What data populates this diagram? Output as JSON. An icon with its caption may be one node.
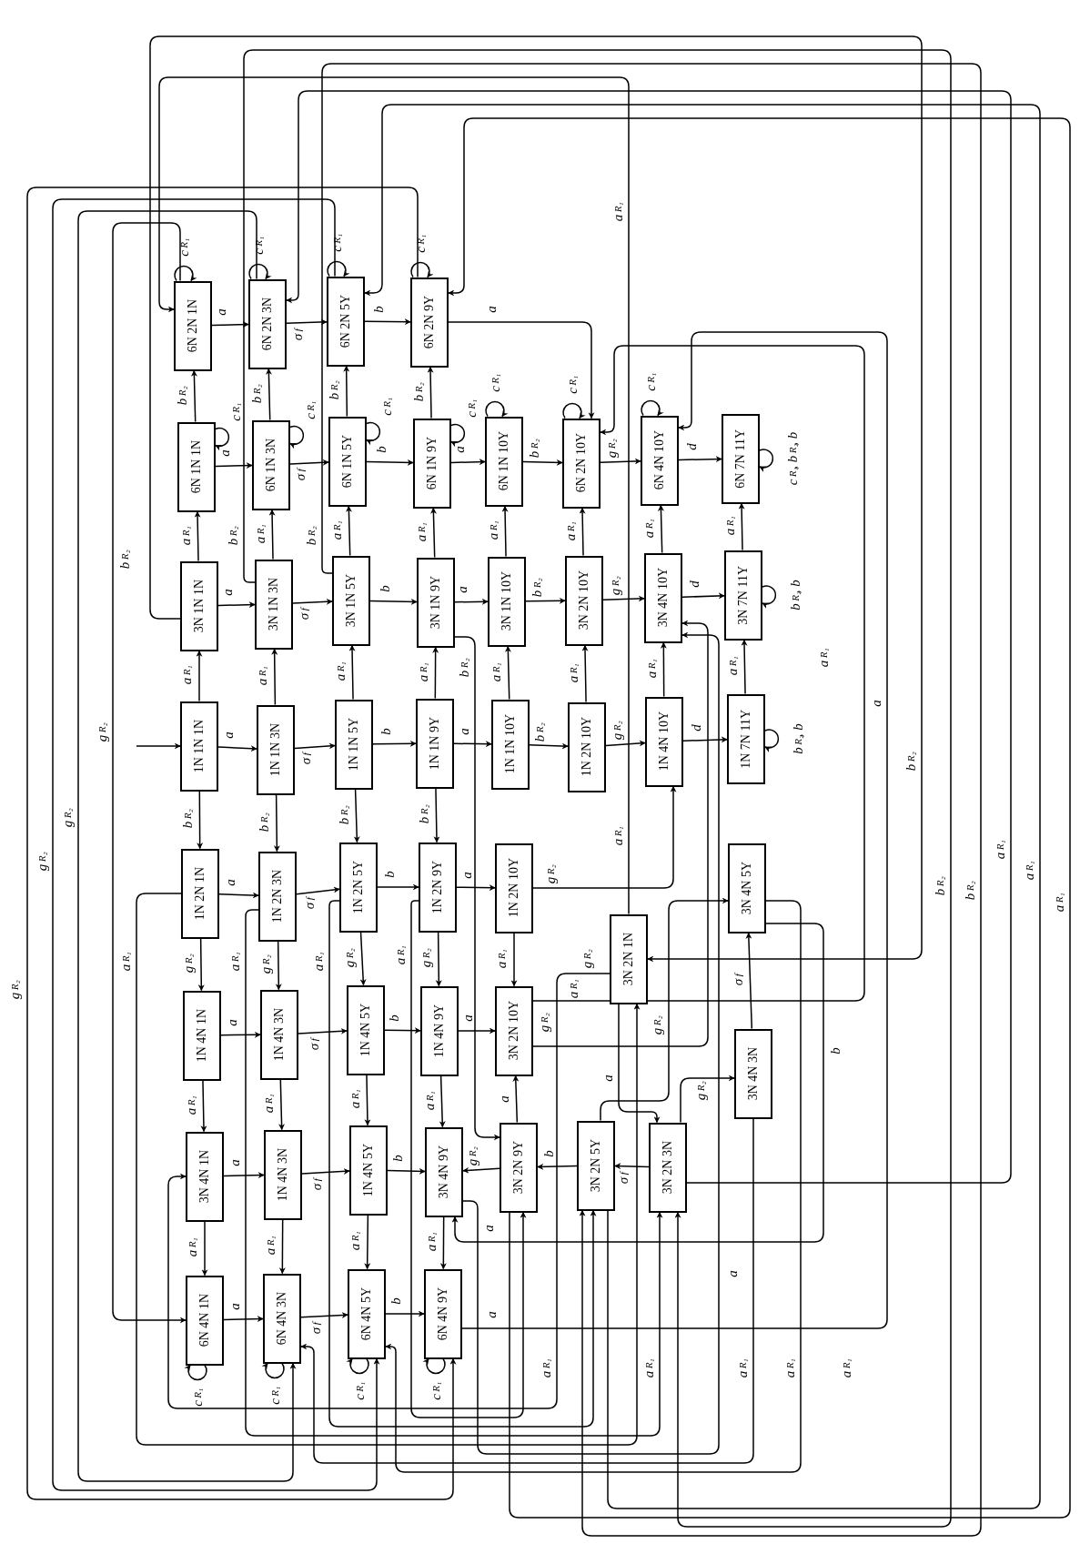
{
  "diagram": {
    "nodes": [
      {
        "text": [
          "6N 2N 1N"
        ]
      },
      {
        "text": [
          "6N 2N 3N"
        ]
      },
      {
        "text": [
          "6N 2N 5Y"
        ]
      },
      {
        "text": [
          "6N 2N 9Y"
        ]
      },
      {
        "text": [
          "6N 1N 1N"
        ]
      },
      {
        "text": [
          "6N 1N 3N"
        ]
      },
      {
        "text": [
          "6N 1N 5Y"
        ]
      },
      {
        "text": [
          "6N 1N 9Y"
        ]
      },
      {
        "text": [
          "6N 1N 10Y"
        ]
      },
      {
        "text": [
          "6N 2N 10Y"
        ]
      },
      {
        "text": [
          "6N 4N 10Y"
        ]
      },
      {
        "text": [
          "6N 7N 11Y"
        ]
      },
      {
        "text": [
          "3N 1N 1N"
        ]
      },
      {
        "text": [
          "3N 1N 3N"
        ]
      },
      {
        "text": [
          "3N 1N 5Y"
        ]
      },
      {
        "text": [
          "3N 1N 9Y"
        ]
      },
      {
        "text": [
          "3N 1N 10Y"
        ]
      },
      {
        "text": [
          "3N 2N 10Y"
        ]
      },
      {
        "text": [
          "3N 4N 10Y"
        ]
      },
      {
        "text": [
          "3N 7N 11Y"
        ]
      },
      {
        "text": [
          "1N 1N 1N"
        ]
      },
      {
        "text": [
          "1N 1N 3N"
        ]
      },
      {
        "text": [
          "1N 1N 5Y"
        ]
      },
      {
        "text": [
          "1N 1N 9Y"
        ]
      },
      {
        "text": [
          "1N 1N 10Y"
        ]
      },
      {
        "text": [
          "1N 2N 10Y"
        ]
      },
      {
        "text": [
          "1N 4N 10Y"
        ]
      },
      {
        "text": [
          "1N 7N 11Y"
        ]
      },
      {
        "text": [
          "1N 2N 1N"
        ]
      },
      {
        "text": [
          "1N 2N 3N"
        ]
      },
      {
        "text": [
          "1N 2N 5Y"
        ]
      },
      {
        "text": [
          "1N 2N 9Y"
        ]
      },
      {
        "text": [
          "1N 2N 10Y"
        ]
      },
      {
        "text": [
          "3N 4N 5Y"
        ]
      },
      {
        "text": [
          "3N 2N 1N"
        ]
      },
      {
        "text": [
          "1N 4N 1N"
        ]
      },
      {
        "text": [
          "1N 4N 3N"
        ]
      },
      {
        "text": [
          "1N 4N 5Y"
        ]
      },
      {
        "text": [
          "1N 4N 9Y"
        ]
      },
      {
        "text": [
          "3N 2N 10Y"
        ]
      },
      {
        "text": [
          "3N 4N 3N"
        ]
      },
      {
        "text": [
          "3N 4N 1N"
        ]
      },
      {
        "text": [
          "1N 4N 3N"
        ]
      },
      {
        "text": [
          "1N 4N 5Y"
        ]
      },
      {
        "text": [
          "3N 4N 9Y"
        ]
      },
      {
        "text": [
          "3N 2N 9Y"
        ]
      },
      {
        "text": [
          "3N 2N 5Y"
        ]
      },
      {
        "text": [
          "3N 2N 3N"
        ]
      },
      {
        "text": [
          "6N 4N 1N"
        ]
      },
      {
        "text": [
          "6N 4N 3N"
        ]
      },
      {
        "text": [
          "6N 4N 5Y"
        ]
      },
      {
        "text": [
          "6N 4N 9Y"
        ]
      }
    ],
    "edges": [
      {
        "from": null,
        "to": 20,
        "arrow": "to"
      },
      {
        "from": 0,
        "to": 1,
        "arrow": "to",
        "label": "a"
      },
      {
        "from": 1,
        "to": 2,
        "arrow": "to",
        "label": "σ$_{f}$"
      },
      {
        "from": 2,
        "to": 3,
        "arrow": "to",
        "label": "b"
      },
      {
        "from": 3,
        "to": 9,
        "arrow": "to",
        "label": "a"
      },
      {
        "from": 4,
        "to": 5,
        "arrow": "to",
        "label": "a"
      },
      {
        "from": 5,
        "to": 6,
        "arrow": "to",
        "label": "σ$_{f}$"
      },
      {
        "from": 6,
        "to": 7,
        "arrow": "to",
        "label": "b"
      },
      {
        "from": 7,
        "to": 8,
        "arrow": "to",
        "label": "a"
      },
      {
        "from": 8,
        "to": 9,
        "arrow": "to",
        "label": "b$_{R₂}$"
      },
      {
        "from": 9,
        "to": 10,
        "arrow": "to",
        "label": "g$_{R₂}$"
      },
      {
        "from": 10,
        "to": 11,
        "arrow": "to",
        "label": "d"
      },
      {
        "from": 12,
        "to": 13,
        "arrow": "to",
        "label": "a"
      },
      {
        "from": 13,
        "to": 14,
        "arrow": "to",
        "label": "σ$_{f}$"
      },
      {
        "from": 14,
        "to": 15,
        "arrow": "to",
        "label": "b"
      },
      {
        "from": 15,
        "to": 16,
        "arrow": "to",
        "label": "a"
      },
      {
        "from": 16,
        "to": 17,
        "arrow": "to",
        "label": "b$_{R₂}$"
      },
      {
        "from": 17,
        "to": 18,
        "arrow": "to",
        "label": "g$_{R₂}$"
      },
      {
        "from": 18,
        "to": 19,
        "arrow": "to",
        "label": "d"
      },
      {
        "from": 20,
        "to": 21,
        "arrow": "to",
        "label": "a"
      },
      {
        "from": 21,
        "to": 22,
        "arrow": "to",
        "label": "σ$_{f}$"
      },
      {
        "from": 22,
        "to": 23,
        "arrow": "to",
        "label": "b"
      },
      {
        "from": 23,
        "to": 24,
        "arrow": "to",
        "label": "a"
      },
      {
        "from": 24,
        "to": 25,
        "arrow": "to",
        "label": "b$_{R₂}$"
      },
      {
        "from": 25,
        "to": 26,
        "arrow": "to",
        "label": "g$_{R₂}$"
      },
      {
        "from": 26,
        "to": 27,
        "arrow": "to",
        "label": "d"
      },
      {
        "from": 20,
        "to": 12,
        "arrow": "to",
        "label": "a$_{R₁}$"
      },
      {
        "from": 21,
        "to": 13,
        "arrow": "to",
        "label": "a$_{R₁}$"
      },
      {
        "from": 22,
        "to": 14,
        "arrow": "to",
        "label": "a$_{R₁}$"
      },
      {
        "from": 23,
        "to": 15,
        "arrow": "to",
        "label": "a$_{R₁}$"
      },
      {
        "from": 24,
        "to": 16,
        "arrow": "to",
        "label": "a$_{R₁}$"
      },
      {
        "from": 25,
        "to": 17,
        "arrow": "to",
        "label": "a$_{R₁}$"
      },
      {
        "from": 26,
        "to": 18,
        "arrow": "to",
        "label": "a$_{R₁}$"
      },
      {
        "from": 27,
        "to": 19,
        "arrow": "to",
        "label": "a$_{R₁}$"
      },
      {
        "from": 12,
        "to": 4,
        "arrow": "to",
        "label": "a$_{R₁}$"
      },
      {
        "from": 13,
        "to": 5,
        "arrow": "to",
        "label": "a$_{R₁}$"
      },
      {
        "from": 14,
        "to": 6,
        "arrow": "to",
        "label": "a$_{R₁}$"
      },
      {
        "from": 15,
        "to": 7,
        "arrow": "to",
        "label": "a$_{R₁}$"
      },
      {
        "from": 16,
        "to": 8,
        "arrow": "to",
        "label": "a$_{R₁}$"
      },
      {
        "from": 17,
        "to": 9,
        "arrow": "to",
        "label": "a$_{R₁}$"
      },
      {
        "from": 18,
        "to": 10,
        "arrow": "to",
        "label": "a$_{R₁}$"
      },
      {
        "from": 19,
        "to": 11,
        "arrow": "to",
        "label": "a$_{R₁}$"
      },
      {
        "from": 4,
        "to": 0,
        "arrow": "to",
        "label": "b$_{R₂}$"
      },
      {
        "from": 5,
        "to": 1,
        "arrow": "to",
        "label": "b$_{R₂}$"
      },
      {
        "from": 6,
        "to": 2,
        "arrow": "to",
        "label": "b$_{R₂}$"
      },
      {
        "from": 7,
        "to": 3,
        "arrow": "to",
        "label": "b$_{R₂}$"
      },
      {
        "from": 20,
        "to": 28,
        "arrow": "to",
        "label": "b$_{R₂}$"
      },
      {
        "from": 21,
        "to": 29,
        "arrow": "to",
        "label": "b$_{R₂}$"
      },
      {
        "from": 22,
        "to": 30,
        "arrow": "to",
        "label": "b$_{R₂}$"
      },
      {
        "from": 23,
        "to": 31,
        "arrow": "to",
        "label": "b$_{R₂}$"
      },
      {
        "from": 28,
        "to": 29,
        "arrow": "to",
        "label": "a"
      },
      {
        "from": 29,
        "to": 30,
        "arrow": "to",
        "label": "σ$_{f}$"
      },
      {
        "from": 30,
        "to": 31,
        "arrow": "to",
        "label": "b"
      },
      {
        "from": 31,
        "to": 32,
        "arrow": "to",
        "label": "a"
      },
      {
        "from": 32,
        "to": 26,
        "arrow": "to",
        "label": "g$_{R₂}$"
      },
      {
        "from": 28,
        "to": 35,
        "arrow": "to",
        "label": "g$_{R₂}$"
      },
      {
        "from": 29,
        "to": 36,
        "arrow": "to",
        "label": "g$_{R₂}$"
      },
      {
        "from": 30,
        "to": 37,
        "arrow": "to",
        "label": "g$_{R₂}$"
      },
      {
        "from": 31,
        "to": 38,
        "arrow": "to",
        "label": "g$_{R₂}$"
      },
      {
        "from": 32,
        "to": 39,
        "arrow": "to",
        "label": "a$_{R₁}$"
      },
      {
        "from": 35,
        "to": 36,
        "arrow": "to",
        "label": "a"
      },
      {
        "from": 36,
        "to": 37,
        "arrow": "to",
        "label": "σ$_{f}$"
      },
      {
        "from": 37,
        "to": 38,
        "arrow": "to",
        "label": "b"
      },
      {
        "from": 38,
        "to": 39,
        "arrow": "to",
        "label": "a"
      },
      {
        "from": 35,
        "to": 41,
        "arrow": "to",
        "label": "a$_{R₁}$"
      },
      {
        "from": 36,
        "to": 42,
        "arrow": "to",
        "label": "a$_{R₁}$"
      },
      {
        "from": 37,
        "to": 43,
        "arrow": "to",
        "label": "a$_{R₁}$"
      },
      {
        "from": 38,
        "to": 44,
        "arrow": "to",
        "label": "a$_{R₁}$"
      },
      {
        "from": 41,
        "to": 42,
        "arrow": "to",
        "label": "a"
      },
      {
        "from": 42,
        "to": 43,
        "arrow": "to",
        "label": "σ$_{f}$"
      },
      {
        "from": 43,
        "to": 44,
        "arrow": "to",
        "label": "b"
      },
      {
        "from": 45,
        "to": 44,
        "arrow": "to",
        "label": "g$_{R₂}$"
      },
      {
        "from": 46,
        "to": 45,
        "arrow": "to",
        "label": "b"
      },
      {
        "from": 47,
        "to": 46,
        "arrow": "to",
        "label": "σ$_{f}$"
      },
      {
        "from": 45,
        "to": 39,
        "arrow": "to",
        "label": "a"
      },
      {
        "from": 41,
        "to": 48,
        "arrow": "to",
        "label": "a$_{R₁}$"
      },
      {
        "from": 42,
        "to": 49,
        "arrow": "to",
        "label": "a$_{R₁}$"
      },
      {
        "from": 43,
        "to": 50,
        "arrow": "to",
        "label": "a$_{R₁}$"
      },
      {
        "from": 44,
        "to": 51,
        "arrow": "to",
        "label": "a$_{R₁}$"
      },
      {
        "from": 48,
        "to": 49,
        "arrow": "to",
        "label": "a"
      },
      {
        "from": 49,
        "to": 50,
        "arrow": "to",
        "label": "σ$_{f}$"
      },
      {
        "from": 50,
        "to": 51,
        "arrow": "to",
        "label": "b"
      },
      {
        "from": 40,
        "to": 33,
        "arrow": "to",
        "label": "σ$_{f}$"
      },
      {
        "from": 34,
        "to": 47,
        "arrow": "to",
        "label": "a"
      },
      {
        "from": 47,
        "to": 40,
        "arrow": "to",
        "label": "g$_{R₂}$"
      },
      {
        "from": 46,
        "to": 33,
        "arrow": "to",
        "label": "g$_{R₂}$"
      },
      {
        "from": 34,
        "to": 41,
        "arrow": "to",
        "label": "g$_{R₂}$"
      },
      {
        "from": 39,
        "to": 18,
        "arrow": "to",
        "label": "g$_{R₂}$"
      },
      {
        "from": 33,
        "to": 44,
        "arrow": "to",
        "label": "b"
      },
      {
        "from": 44,
        "to": 18,
        "arrow": "to",
        "label": "a"
      },
      {
        "from": 51,
        "to": 10,
        "arrow": "to",
        "label": "a"
      },
      {
        "from": 0,
        "to": 48,
        "arrow": "to",
        "label": "g$_{R₂}$"
      },
      {
        "from": 1,
        "to": 49,
        "arrow": "to",
        "label": "g$_{R₂}$"
      },
      {
        "from": 2,
        "to": 50,
        "arrow": "to",
        "label": "g$_{R₂}$"
      },
      {
        "from": 3,
        "to": 51,
        "arrow": "to",
        "label": "g$_{R₂}$"
      },
      {
        "from": 12,
        "to": 34,
        "arrow": "to",
        "label": "b$_{R₂}$"
      },
      {
        "from": 13,
        "to": 47,
        "arrow": "to",
        "label": "b$_{R₂}$"
      },
      {
        "from": 14,
        "to": 46,
        "arrow": "to",
        "label": "b$_{R₂}$"
      },
      {
        "from": 15,
        "to": 45,
        "arrow": "to",
        "label": "b$_{R₂}$"
      },
      {
        "from": 28,
        "to": 34,
        "arrow": "to",
        "label": "a$_{R₁}$"
      },
      {
        "from": 29,
        "to": 47,
        "arrow": "to",
        "label": "a$_{R₁}$"
      },
      {
        "from": 30,
        "to": 46,
        "arrow": "to",
        "label": "a$_{R₁}$"
      },
      {
        "from": 31,
        "to": 45,
        "arrow": "to",
        "label": "a$_{R₁}$"
      },
      {
        "from": 34,
        "to": 0,
        "arrow": "to",
        "label": "a$_{R₁}$"
      },
      {
        "from": 47,
        "to": 1,
        "arrow": "to",
        "label": "a$_{R₁}$"
      },
      {
        "from": 46,
        "to": 2,
        "arrow": "to",
        "label": "a$_{R₁}$"
      },
      {
        "from": 45,
        "to": 3,
        "arrow": "to",
        "label": "a$_{R₁}$"
      },
      {
        "from": 39,
        "to": 9,
        "arrow": "to",
        "label": "a$_{R₁}$"
      },
      {
        "from": 40,
        "to": 49,
        "arrow": "to",
        "label": "a$_{R₁}$"
      },
      {
        "from": 33,
        "to": 50,
        "arrow": "to",
        "label": "a$_{R₁}$"
      },
      {
        "from": 0,
        "to": 0,
        "arrow": "to",
        "label": "c$_{R₁}$"
      },
      {
        "from": 1,
        "to": 1,
        "arrow": "to",
        "label": "c$_{R₁}$"
      },
      {
        "from": 2,
        "to": 2,
        "arrow": "to",
        "label": "c$_{R₁}$"
      },
      {
        "from": 3,
        "to": 3,
        "arrow": "to",
        "label": "c$_{R₁}$"
      },
      {
        "from": 4,
        "to": 4,
        "arrow": "to",
        "label": "c$_{R₁}$"
      },
      {
        "from": 5,
        "to": 5,
        "arrow": "to",
        "label": "c$_{R₁}$"
      },
      {
        "from": 6,
        "to": 6,
        "arrow": "to",
        "label": "c$_{R₁}$"
      },
      {
        "from": 7,
        "to": 7,
        "arrow": "to",
        "label": "c$_{R₁}$"
      },
      {
        "from": 8,
        "to": 8,
        "arrow": "to",
        "label": "c$_{R₁}$"
      },
      {
        "from": 9,
        "to": 9,
        "arrow": "to",
        "label": "c$_{R₁}$"
      },
      {
        "from": 10,
        "to": 10,
        "arrow": "to",
        "label": "c$_{R₁}$"
      },
      {
        "from": 11,
        "to": 11,
        "arrow": "to",
        "label": "c$_{R₁}$, b$_{R₂}$, b"
      },
      {
        "from": 19,
        "to": 19,
        "arrow": "to",
        "label": "b$_{R₂}$, b"
      },
      {
        "from": 27,
        "to": 27,
        "arrow": "to",
        "label": "b$_{R₂}$, b"
      },
      {
        "from": 48,
        "to": 48,
        "arrow": "to",
        "label": "c$_{R₁}$"
      },
      {
        "from": 49,
        "to": 49,
        "arrow": "to",
        "label": "c$_{R₁}$"
      },
      {
        "from": 50,
        "to": 50,
        "arrow": "to",
        "label": "c$_{R₁}$"
      },
      {
        "from": 51,
        "to": 51,
        "arrow": "to",
        "label": "c$_{R₁}$"
      }
    ],
    "labels": [
      "a$_{R₁}$",
      "b$_{R₂}$",
      "b$_{R₂}$",
      "b$_{R₂}$",
      "a$_{R₁}$",
      "a",
      "a",
      "a$_{R₁}$",
      "a$_{R₁}$",
      "a$_{R₁}$"
    ]
  }
}
